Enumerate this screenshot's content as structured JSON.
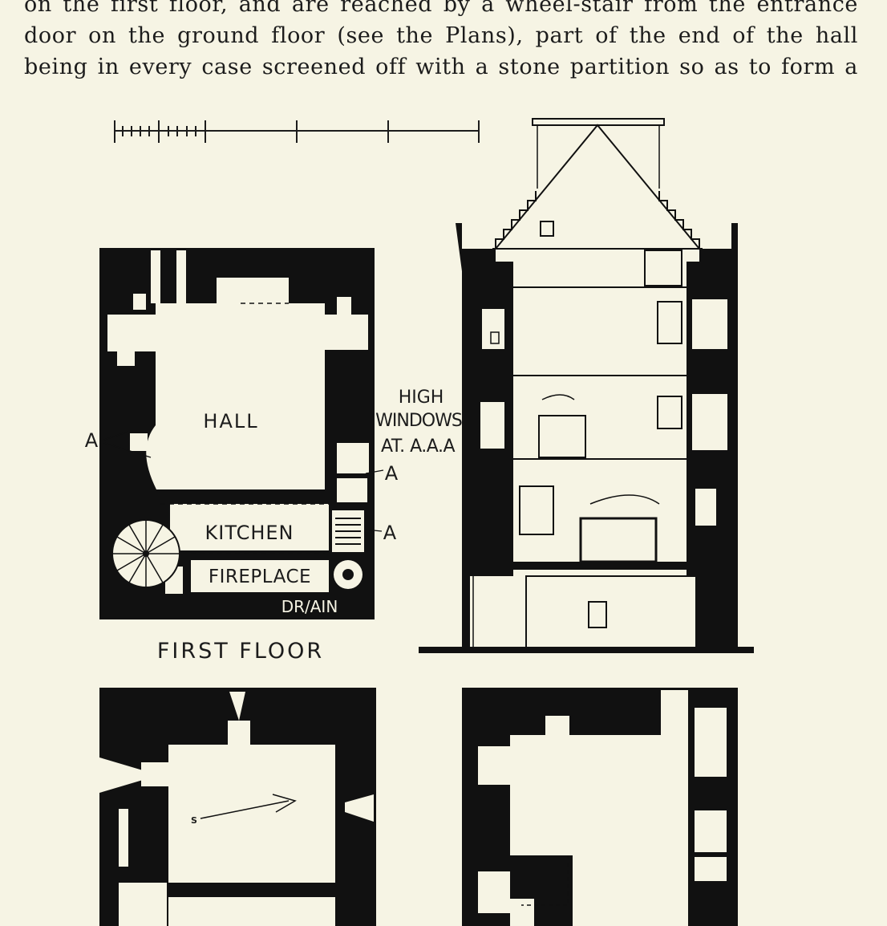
{
  "text_lines": [
    "on the first floor, and are reached by a wheel-stair from the entrance",
    "door on the ground floor (see the Plans), part of the end of the hall",
    "being in every case screened off with a stone partition so as to form a"
  ],
  "labels": {
    "hall": "HALL",
    "kitchen": "KITCHEN",
    "fireplace": "FIREPLACE",
    "drain": "DR/AIN",
    "first_floor": "FIRST FLOOR",
    "high": "HIGH",
    "windows": "WINDOWS",
    "at_aaa": "AT. A.A.A",
    "mark_a1": "A",
    "mark_a2": "A",
    "mark_a3": "A",
    "compass_s": "S"
  }
}
